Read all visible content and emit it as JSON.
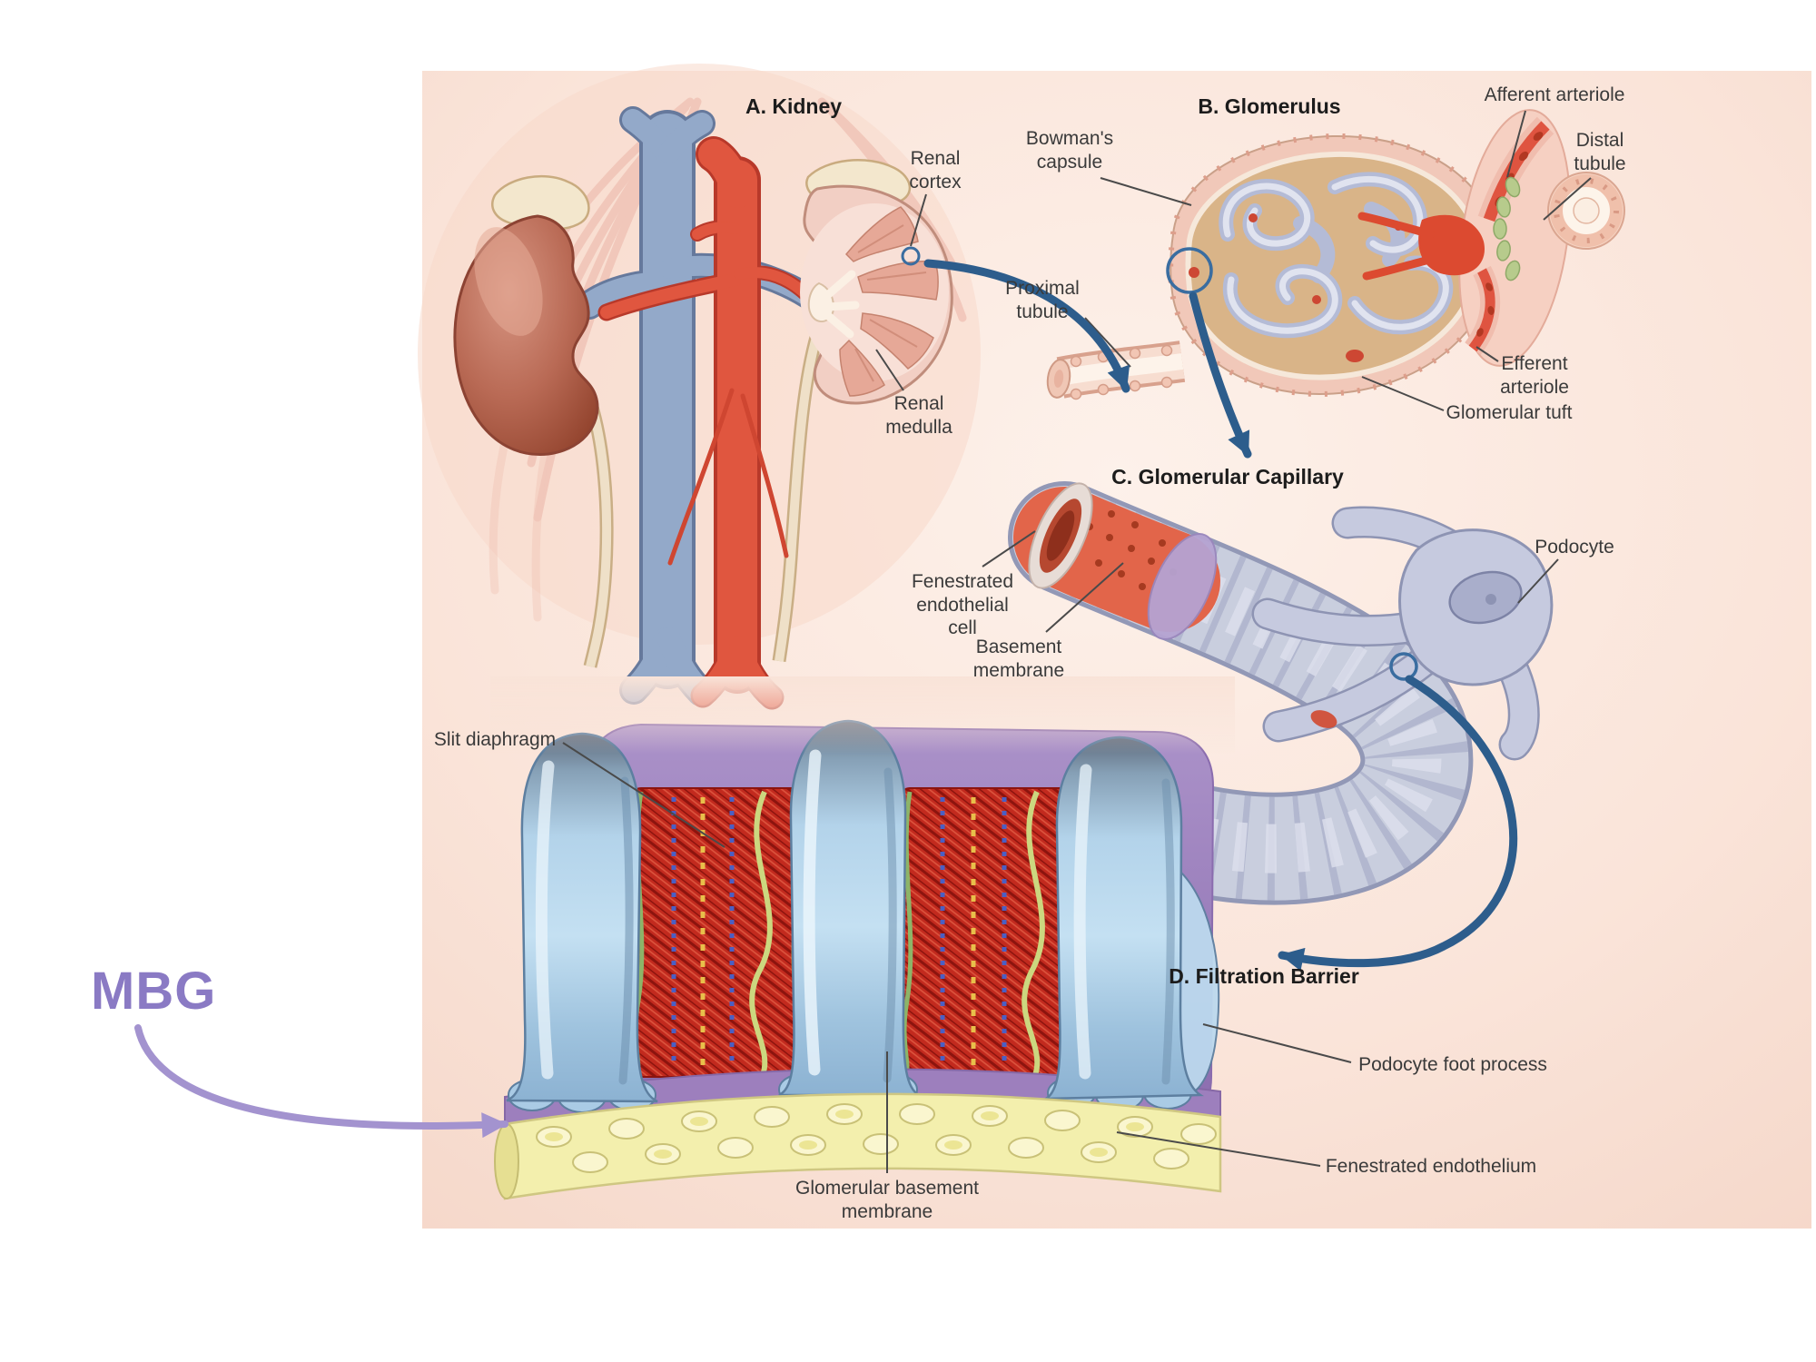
{
  "figure": {
    "annotation": {
      "label": "MBG"
    },
    "panel_a": {
      "title": "A. Kidney",
      "labels": {
        "renal_cortex": "Renal cortex",
        "renal_medulla": "Renal medulla"
      }
    },
    "panel_b": {
      "title": "B. Glomerulus",
      "labels": {
        "bowmans_capsule": "Bowman's capsule",
        "afferent_arteriole": "Afferent arteriole",
        "distal_tubule": "Distal tubule",
        "proximal_tubule": "Proximal tubule",
        "efferent_arteriole": "Efferent arteriole",
        "glomerular_tuft": "Glomerular tuft"
      }
    },
    "panel_c": {
      "title": "C. Glomerular Capillary",
      "labels": {
        "fenestrated_endothelial_cell": "Fenestrated endothelial cell",
        "basement_membrane": "Basement membrane",
        "podocyte": "Podocyte"
      }
    },
    "panel_d": {
      "title": "D. Filtration Barrier",
      "labels": {
        "slit_diaphragm": "Slit diaphragm",
        "podocyte_foot_process": "Podocyte foot process",
        "fenestrated_endothelium": "Fenestrated endothelium",
        "glomerular_basement_membrane": "Glomerular basement membrane"
      }
    },
    "colors": {
      "flow_arrow_blue": "#2d5d8c",
      "annotation_purple": "#8a7ac4",
      "panel_background": "#fae6dc"
    }
  }
}
